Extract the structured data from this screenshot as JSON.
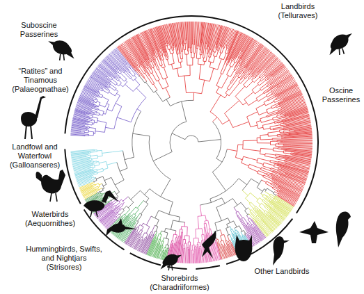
{
  "diagram": {
    "labels": [
      "Landbirds (Telluraves)",
      "Oscine Passerines",
      "Suboscine Passerines",
      "“Ratites” and Tinamous (Palaeognathae)",
      "Landfowl and Waterfowl (Galloanseres)",
      "Waterbirds (Aequornithes)",
      "Hummingbirds, Swifts, and Nightjars (Strisores)",
      "Shorebirds (Charadriiformes)",
      "Other Landbirds"
    ]
  }
}
